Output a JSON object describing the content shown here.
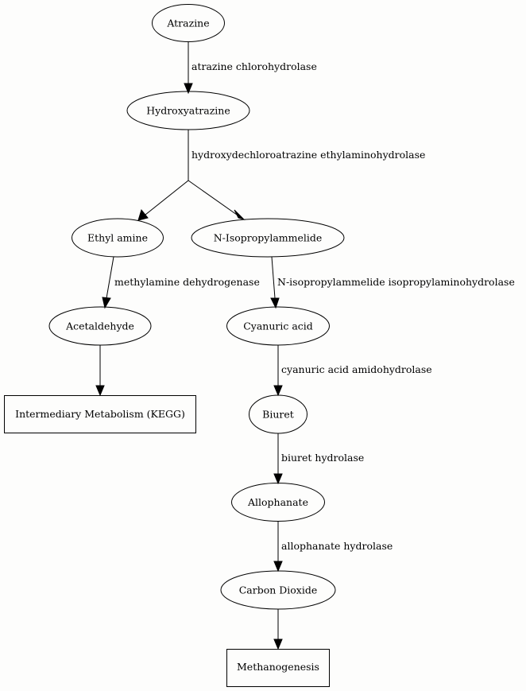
{
  "nodes": {
    "atrazine": "Atrazine",
    "hydroxyatrazine": "Hydroxyatrazine",
    "ethyl_amine": "Ethyl amine",
    "n_isopropylammelide": "N-Isopropylammelide",
    "acetaldehyde": "Acetaldehyde",
    "cyanuric_acid": "Cyanuric acid",
    "intermediary_metabolism": "Intermediary Metabolism (KEGG)",
    "biuret": "Biuret",
    "allophanate": "Allophanate",
    "carbon_dioxide": "Carbon Dioxide",
    "methanogenesis": "Methanogenesis"
  },
  "enzymes": {
    "atrazine_chlorohydrolase": "atrazine chlorohydrolase",
    "hydroxydechloroatrazine_ethylaminohydrolase": "hydroxydechloroatrazine ethylaminohydrolase",
    "methylamine_dehydrogenase": "methylamine dehydrogenase",
    "n_isopropylammelide_isopropylaminohydrolase": "N-isopropylammelide isopropylaminohydrolase",
    "cyanuric_acid_amidohydrolase": "cyanuric acid amidohydrolase",
    "biuret_hydrolase": "biuret hydrolase",
    "allophanate_hydrolase": "allophanate hydrolase"
  }
}
